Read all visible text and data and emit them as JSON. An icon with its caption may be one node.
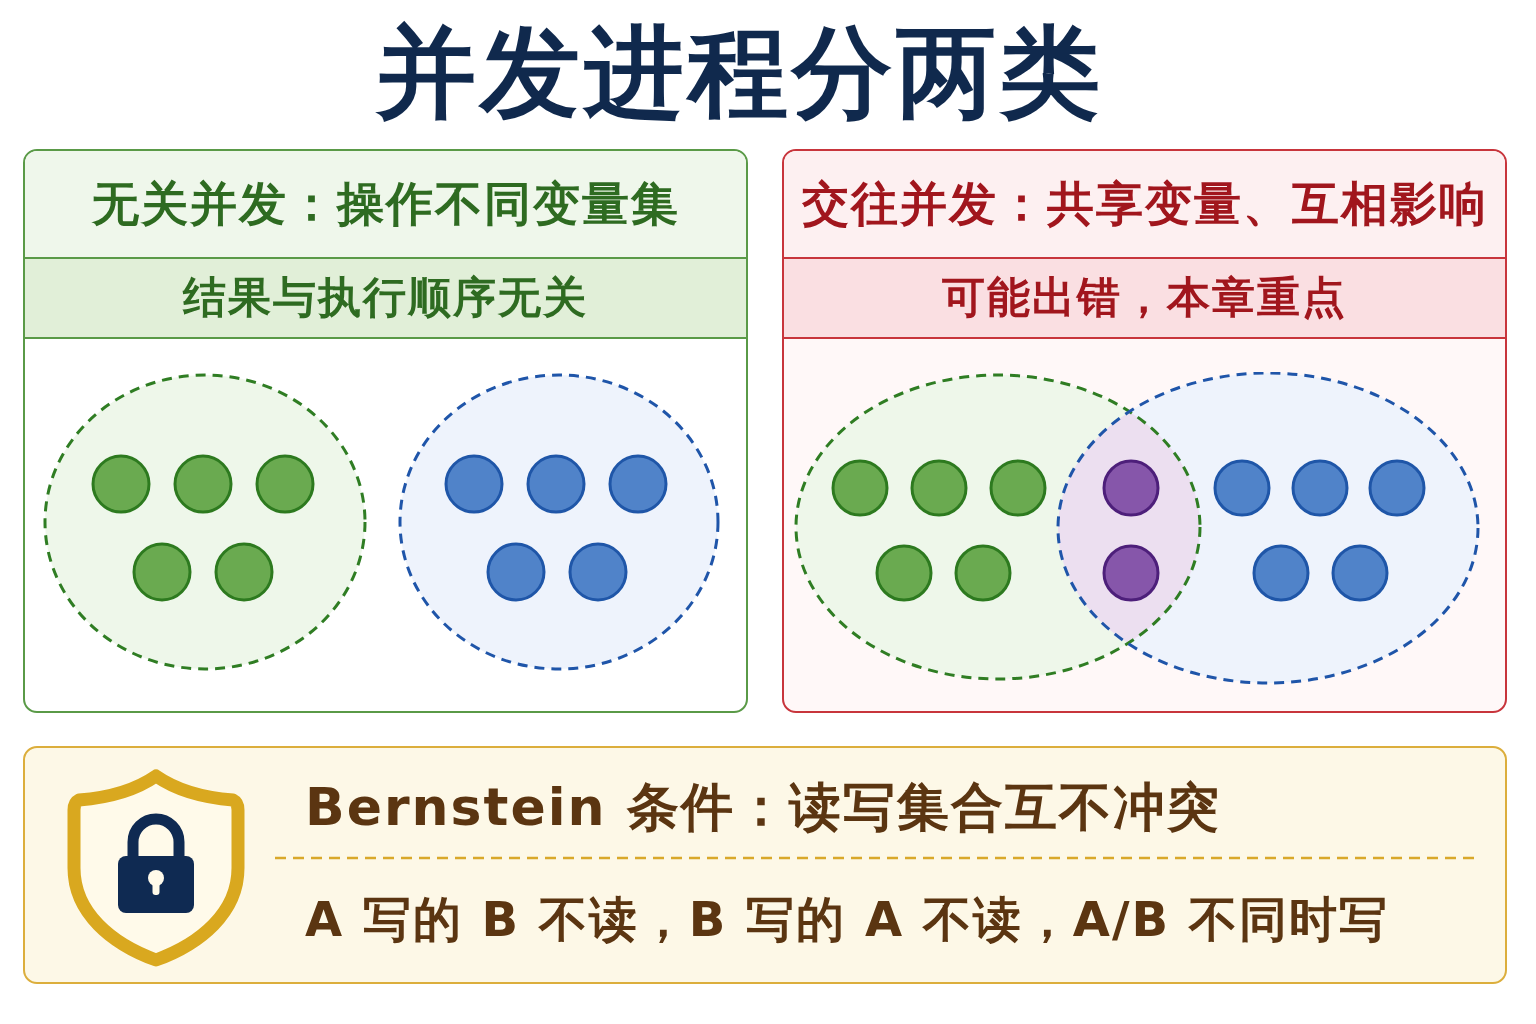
{
  "diagram": {
    "title": "并发进程分两类",
    "nodes": [
      {
        "text": [
          "无关并发：操作不同变量集",
          "结果与执行顺序无关"
        ]
      },
      {
        "text": [
          "交往并发：共享变量、互相影响",
          "可能出错，本章重点"
        ]
      },
      {
        "text": [
          "Bernstein 条件：读写集合互不冲突",
          "A 写的 B 不读，B 写的 A 不读，A/B 不同时写"
        ]
      }
    ]
  }
}
